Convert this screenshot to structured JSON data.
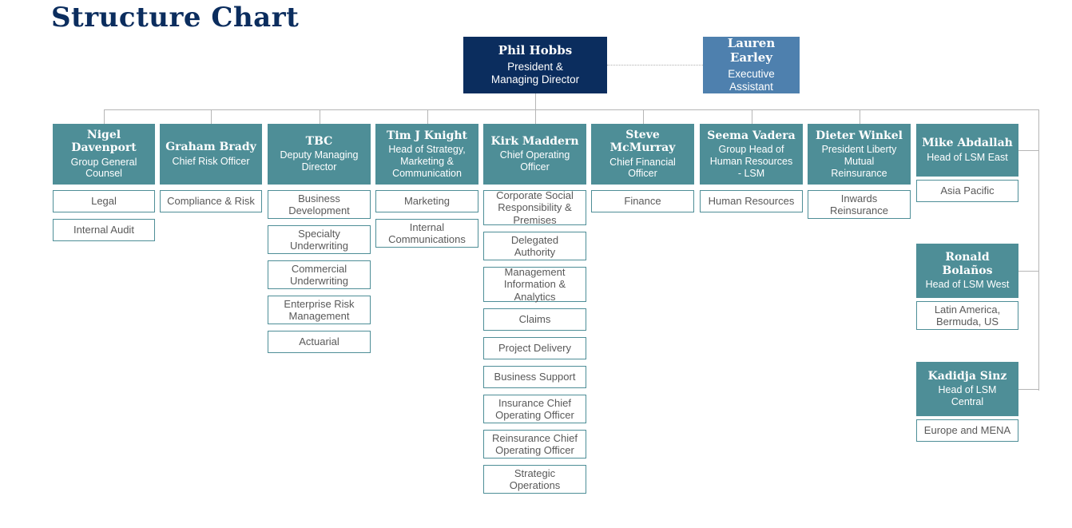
{
  "page": {
    "title": "Structure Chart"
  },
  "colors": {
    "navy": "#0b2d5e",
    "blue": "#4e80ae",
    "teal": "#4e8e97",
    "leaf_border": "#4e8e97",
    "leaf_text": "#595959",
    "connector": "#b6b6b6",
    "background": "#ffffff"
  },
  "root": {
    "name": "Phil Hobbs",
    "role": "President &\nManaging Director"
  },
  "assistant": {
    "name": "Lauren Earley",
    "role": "Executive\nAssistant"
  },
  "columns": [
    {
      "head": {
        "name": "Nigel\nDavenport",
        "role": "Group General\nCounsel"
      },
      "children": [
        "Legal",
        "Internal Audit"
      ]
    },
    {
      "head": {
        "name": "Graham Brady",
        "role": "Chief Risk Officer"
      },
      "children": [
        "Compliance & Risk"
      ]
    },
    {
      "head": {
        "name": "TBC",
        "role": "Deputy Managing\nDirector"
      },
      "children": [
        "Business\nDevelopment",
        "Specialty\nUnderwriting",
        "Commercial\nUnderwriting",
        "Enterprise Risk\nManagement",
        "Actuarial"
      ]
    },
    {
      "head": {
        "name": "Tim J Knight",
        "role": "Head of Strategy,\nMarketing &\nCommunication"
      },
      "children": [
        "Marketing",
        "Internal\nCommunications"
      ]
    },
    {
      "head": {
        "name": "Kirk Maddern",
        "role": "Chief Operating\nOfficer"
      },
      "children": [
        "Corporate Social\nResponsibility &\nPremises",
        "Delegated\nAuthority",
        "Management\nInformation &\nAnalytics",
        "Claims",
        "Project Delivery",
        "Business Support",
        "Insurance Chief\nOperating Officer",
        "Reinsurance Chief\nOperating Officer",
        "Strategic\nOperations"
      ]
    },
    {
      "head": {
        "name": "Steve\nMcMurray",
        "role": "Chief Financial\nOfficer"
      },
      "children": [
        "Finance"
      ]
    },
    {
      "head": {
        "name": "Seema Vadera",
        "role": "Group Head of\nHuman Resources\n- LSM"
      },
      "children": [
        "Human Resources"
      ]
    },
    {
      "head": {
        "name": "Dieter Winkel",
        "role": "President Liberty\nMutual\nReinsurance"
      },
      "children": [
        "Inwards\nReinsurance"
      ]
    }
  ],
  "regional": [
    {
      "head": {
        "name": "Mike Abdallah",
        "role": "Head of LSM East"
      },
      "children": [
        "Asia Pacific"
      ]
    },
    {
      "head": {
        "name": "Ronald\nBolaños",
        "role": "Head of LSM West"
      },
      "children": [
        "Latin America,\nBermuda, US"
      ]
    },
    {
      "head": {
        "name": "Kadidja Sinz",
        "role": "Head of LSM\nCentral"
      },
      "children": [
        "Europe and MENA"
      ]
    }
  ]
}
